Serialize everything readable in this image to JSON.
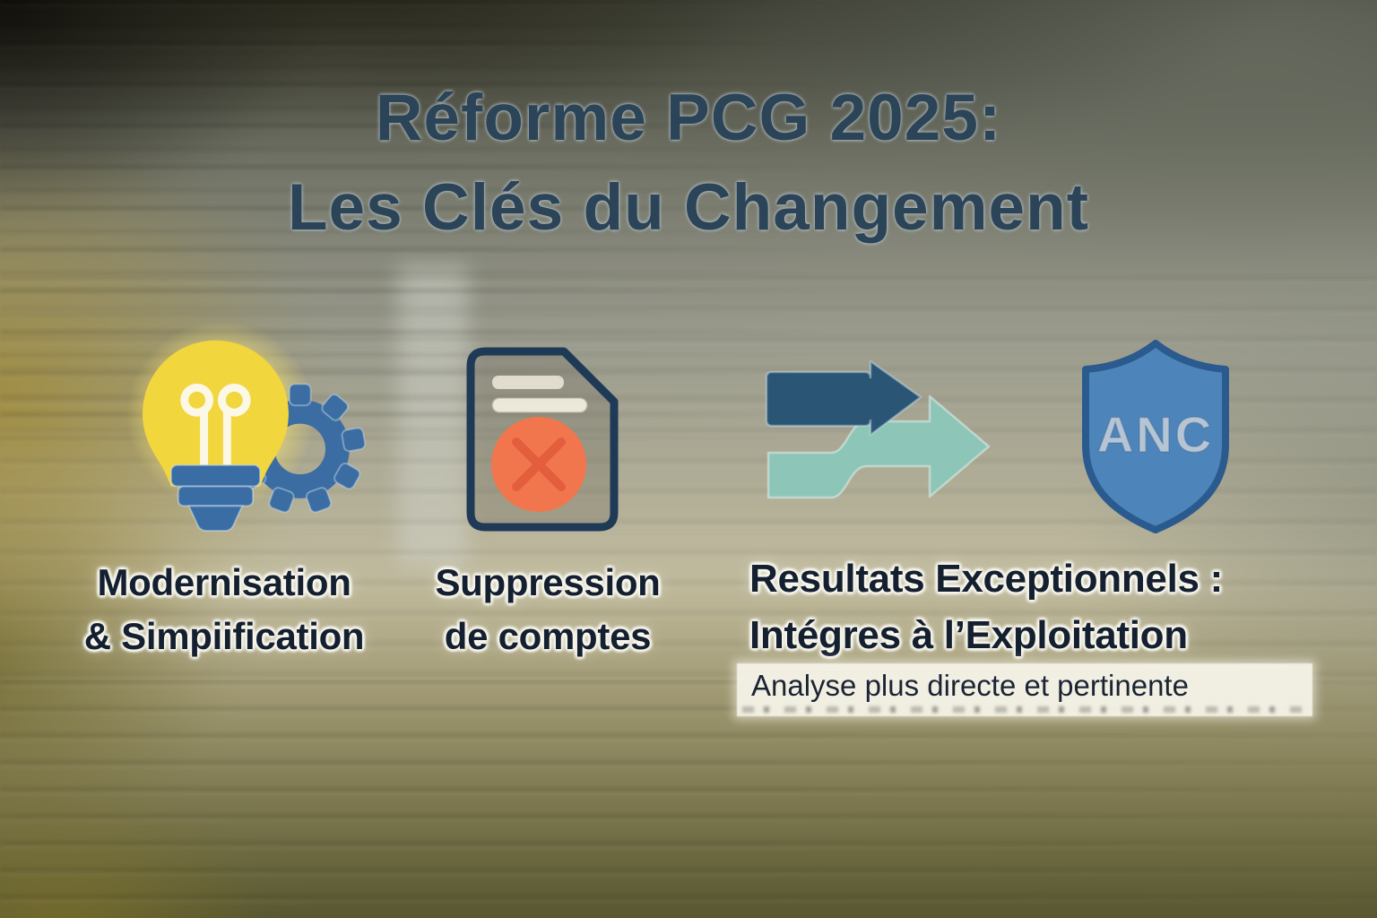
{
  "title": {
    "line1": "Réforme PCG 2025:",
    "line2": "Les Clés du Changement"
  },
  "columns": [
    {
      "id": "modernisation",
      "icon": "lightbulb-gear-icon",
      "lines": [
        "Modernisation",
        "& Simpiification"
      ]
    },
    {
      "id": "suppression",
      "icon": "document-crossed-icon",
      "lines": [
        "Suppression",
        "de comptes"
      ]
    },
    {
      "id": "resultats",
      "icon": "double-arrow-icon",
      "lines": [
        "Resultats Exceptionnels :",
        "Intégres à l’Exploitation"
      ],
      "subtitle": "Analyse plus directe et pertinente"
    },
    {
      "id": "anc",
      "icon": "anc-shield-icon",
      "badge_text": "ANC"
    }
  ],
  "colors": {
    "title_text": "#2b4458",
    "label_text": "#141f2f",
    "bulb_yellow": "#f2d63e",
    "bulb_glow": "#f7e97e",
    "filament_white": "#fcf8e6",
    "gear_blue": "#3b6da2",
    "base_blue": "#3a6da4",
    "doc_outline": "#1e3a56",
    "doc_line": "#efe9d8",
    "delete_orange": "#f2764d",
    "delete_cross": "#e0593a",
    "arrow_dark": "#2b5574",
    "arrow_teal": "#8cc8ba",
    "shield_fill": "#4d85bb",
    "shield_border": "#2b5b8e",
    "shield_text": "#b6c5d4",
    "subtitle_strip": "#f6f4eb"
  }
}
